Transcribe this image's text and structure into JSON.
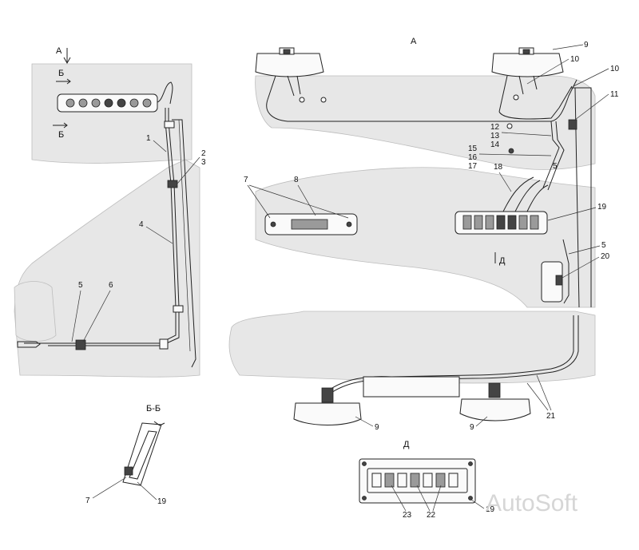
{
  "view_titles": {
    "view_a_arrow": "А",
    "view_a_main": "А",
    "section_b_mark_top": "Б",
    "section_b_mark_bottom": "Б",
    "section_b_title": "Б-Б",
    "view_d_title": "Д",
    "view_d_mark": "Д"
  },
  "callouts": {
    "c1": "1",
    "c2": "2",
    "c3": "3",
    "c4": "4",
    "c5_left": "5",
    "c6": "6",
    "c7_top": "7",
    "c8": "8",
    "c9_top_right": "9",
    "c10_a": "10",
    "c10_b": "10",
    "c11": "11",
    "c12": "12",
    "c13": "13",
    "c14": "14",
    "c15": "15",
    "c16": "16",
    "c17": "17",
    "c5_top": "5",
    "c18": "18",
    "c19_right": "19",
    "c5_right": "5",
    "c20": "20",
    "c9_bottom_left": "9",
    "c9_bottom_mid": "9",
    "c21": "21",
    "c7_section": "7",
    "c19_section": "19",
    "c23": "23",
    "c22": "22",
    "c19_panel": "19"
  },
  "watermark": "AutoSoft"
}
